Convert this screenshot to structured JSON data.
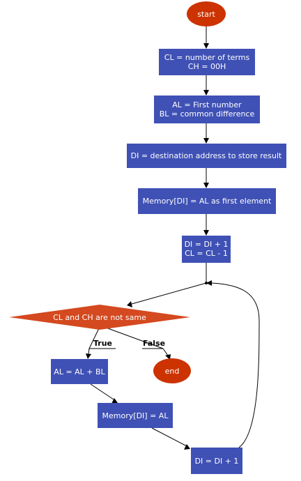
{
  "colors": {
    "process_fill": "#3f51b5",
    "terminal_fill": "#cc3300",
    "decision_fill": "#d4491f",
    "line": "#000000",
    "text": "#ffffff"
  },
  "nodes": {
    "start": {
      "shape": "terminal",
      "text": "start"
    },
    "init_counts": {
      "shape": "process",
      "line1": "CL = number of terms",
      "line2": "CH = 00H"
    },
    "init_al_bl": {
      "shape": "process",
      "line1": "AL = First number",
      "line2": "BL = common difference"
    },
    "init_di": {
      "shape": "process",
      "line1": "DI = destination address to store result"
    },
    "store_first": {
      "shape": "process",
      "line1": "Memory[DI] = AL as first element"
    },
    "inc_di_dec_cl": {
      "shape": "process",
      "line1": "DI = DI + 1",
      "line2": "CL = CL - 1"
    },
    "decision": {
      "shape": "decision",
      "text": "CL and CH are not same"
    },
    "add": {
      "shape": "process",
      "line1": "AL = AL + BL"
    },
    "store": {
      "shape": "process",
      "line1": "Memory[DI] = AL"
    },
    "inc_di": {
      "shape": "process",
      "line1": "DI = DI + 1"
    },
    "end": {
      "shape": "terminal",
      "text": "end"
    }
  },
  "edges": {
    "true_label": "True",
    "false_label": "False"
  }
}
